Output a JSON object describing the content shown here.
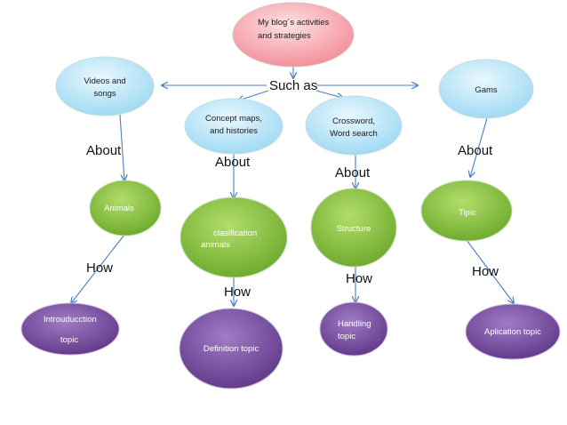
{
  "root": {
    "lines": [
      "My blog´s activities",
      "and strategies"
    ]
  },
  "connector_label": "Such as",
  "categories": [
    {
      "lines": [
        "Videos and",
        "songs"
      ]
    },
    {
      "lines": [
        "Concept maps,",
        "and histories"
      ]
    },
    {
      "lines": [
        "Crossword,",
        "Word search"
      ]
    },
    {
      "lines": [
        "Gams"
      ]
    }
  ],
  "edge_labels": {
    "about": "About",
    "how": "How"
  },
  "subjects": [
    {
      "lines": [
        "Animals"
      ]
    },
    {
      "lines": [
        "clasification",
        "animals"
      ]
    },
    {
      "lines": [
        "Structure"
      ]
    },
    {
      "lines": [
        "Tipic"
      ]
    }
  ],
  "methods": [
    {
      "lines": [
        "Introuducction",
        "topic"
      ]
    },
    {
      "lines": [
        "Definition  topic"
      ]
    },
    {
      "lines": [
        "Handling",
        "topic"
      ]
    },
    {
      "lines": [
        "Aplication topic"
      ]
    }
  ],
  "colors": {
    "root_fill": "#f4a0a8",
    "category_fill": "#bde6f7",
    "subject_fill": "#8cc63f",
    "method_fill": "#7b4fa0",
    "arrow": "#4a7fc1"
  }
}
